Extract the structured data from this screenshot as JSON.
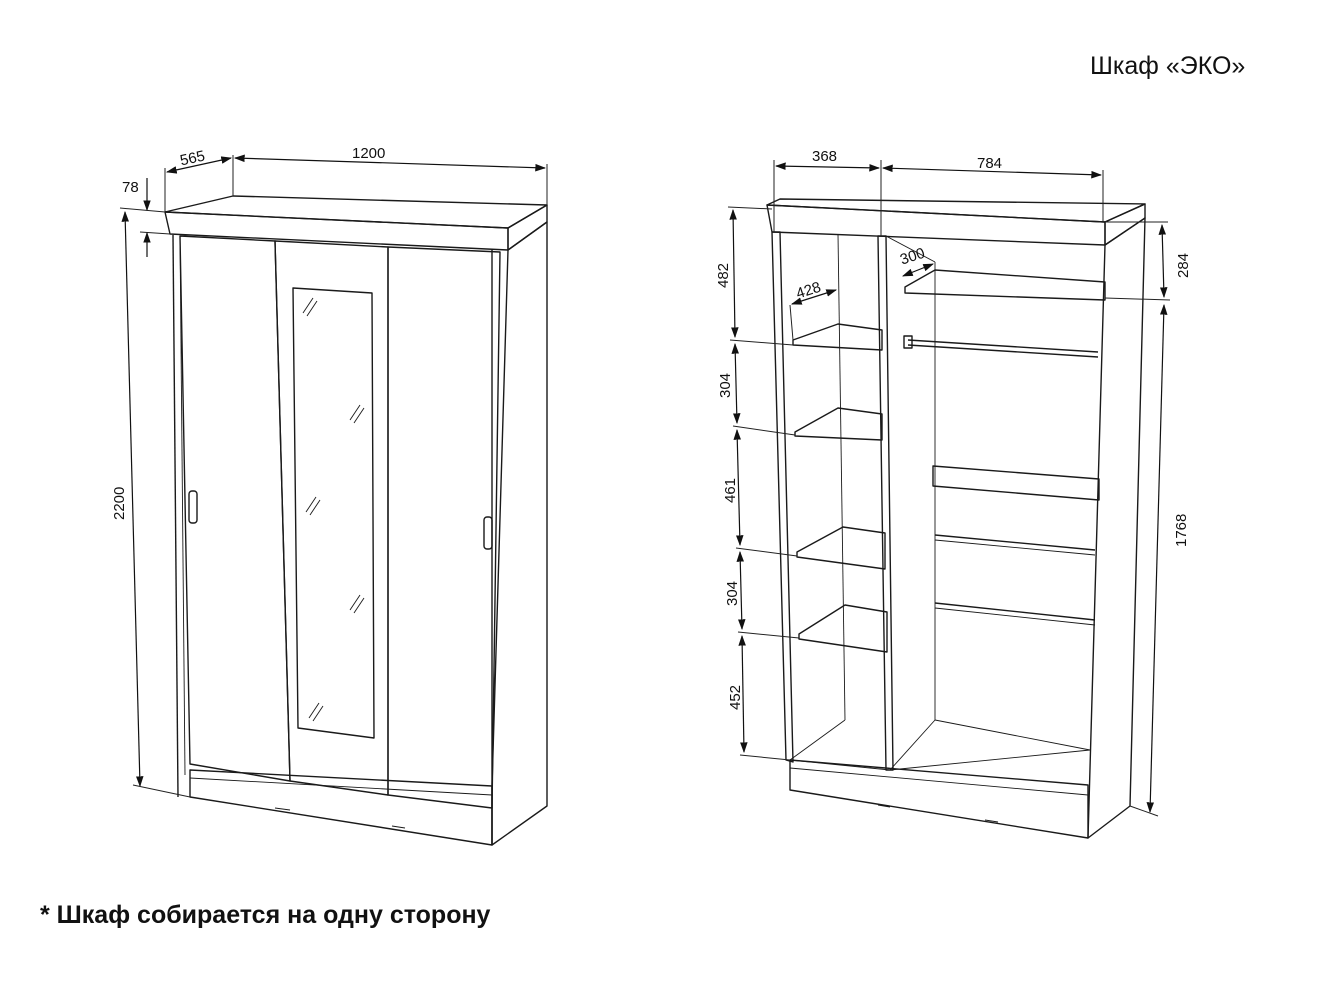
{
  "title": "Шкаф «ЭКО»",
  "note": "* Шкаф собирается на одну сторону",
  "dimensions": {
    "front": {
      "depth": "565",
      "width": "1200",
      "top_height": "78",
      "height": "2200"
    },
    "open": {
      "left_width": "368",
      "right_width": "784",
      "shelf_depth_left": "428",
      "shelf_depth_right": "300",
      "left_heights": [
        "482",
        "304",
        "461",
        "304",
        "452"
      ],
      "right_top": "284",
      "right_height": "1768"
    }
  },
  "colors": {
    "line": "#1a1a1a",
    "background": "#ffffff"
  }
}
